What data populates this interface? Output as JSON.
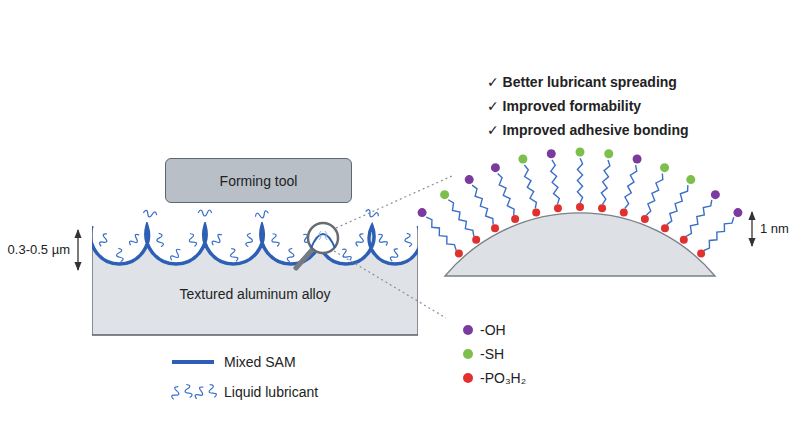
{
  "diagram": {
    "nodes": [
      {
        "text": [
          "Forming tool"
        ]
      },
      {
        "text": [
          "Textured aluminum alloy"
        ]
      }
    ],
    "labels": [
      "✓ Better lubricant spreading",
      "✓ Improved formability",
      "✓ Improved adhesive bonding",
      "0.3-0.5 µm",
      "1 nm"
    ],
    "legend": [
      {
        "text": "Mixed SAM"
      },
      {
        "text": "Liquid lubricant"
      },
      {
        "text": "-OH",
        "color": "#7b3b9e"
      },
      {
        "text": "-SH",
        "color": "#7cbf4b"
      },
      {
        "text": "-PO₃H₂",
        "color": "#e0312f"
      }
    ]
  }
}
